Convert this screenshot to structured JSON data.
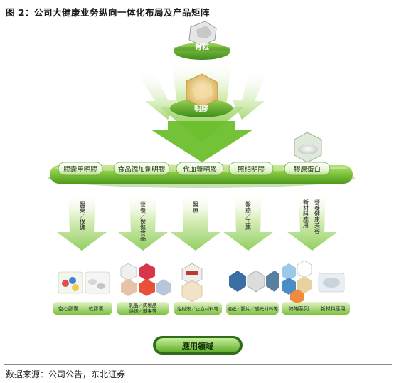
{
  "figure": {
    "title": "图 2：公司大健康业务纵向一体化布局及产品矩阵",
    "source": "数据来源：公司公告，东北证券"
  },
  "top_nodes": {
    "bone": "骨粒",
    "gelatin": "明膠"
  },
  "product_bar": [
    "膠囊用明膠",
    "食品添加劑明膠",
    "代血漿明膠",
    "照相明膠",
    "膠原蛋白"
  ],
  "branch_labels": [
    [
      "醫藥／保健"
    ],
    [
      "營養／保健食品"
    ],
    [
      "醫療"
    ],
    [
      "醫療／工業"
    ],
    [
      "新材料應用",
      "營養健康美容"
    ]
  ],
  "applications": [
    [
      "空心膠囊",
      "軟膠囊"
    ],
    [
      "乳品／肉製品",
      "烘焙／糖果等"
    ],
    [
      "注射液／止血材料等"
    ],
    [
      "相紙／膠片／感光材料等"
    ],
    [
      "終端系列",
      "新材料應用"
    ]
  ],
  "footer_button": "應用領域",
  "colors": {
    "bar_green": "#7cc23a",
    "arrow_green": "#6cbf2c",
    "dark_green": "#2f7d1c"
  }
}
